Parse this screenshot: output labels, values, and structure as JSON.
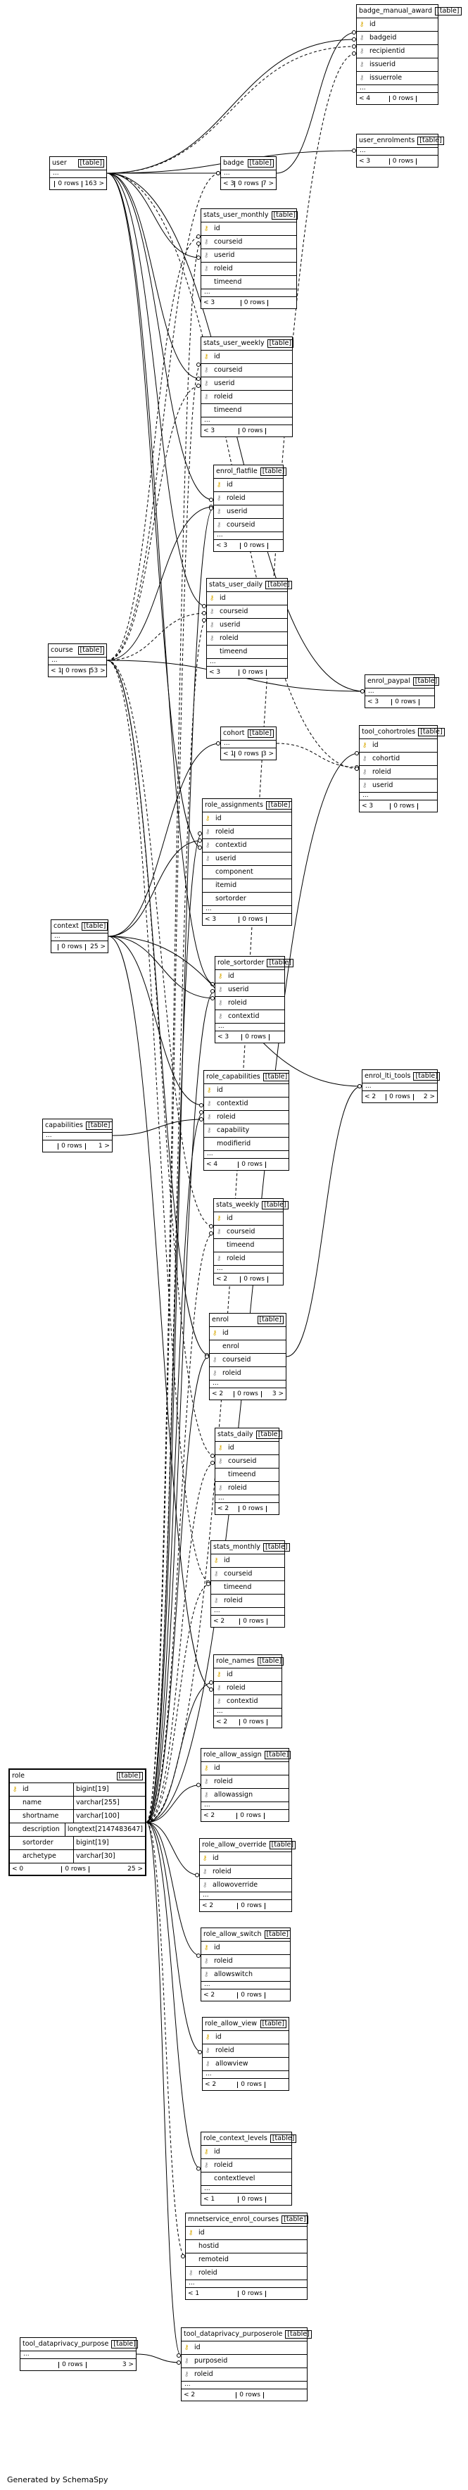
{
  "tables": [
    {
      "id": "badge_manual_award",
      "title": "badge_manual_award",
      "kind": "[table]",
      "columns": [
        {
          "key": "pk",
          "name": "id"
        },
        {
          "key": "fk",
          "name": "badgeid"
        },
        {
          "key": "fk",
          "name": "recipientid"
        },
        {
          "key": "fk",
          "name": "issuerid"
        },
        {
          "key": "fk",
          "name": "issuerrole"
        }
      ],
      "ellipsis": true,
      "footer": [
        "< 4",
        "0 rows",
        ""
      ]
    },
    {
      "id": "user_enrolments",
      "title": "user_enrolments",
      "kind": "[table]",
      "columns": [],
      "ellipsis": true,
      "footer": [
        "< 3",
        "0 rows",
        ""
      ]
    },
    {
      "id": "user",
      "title": "user",
      "kind": "[table]",
      "columns": [],
      "ellipsis": true,
      "footer": [
        "",
        "0 rows",
        "163 >"
      ]
    },
    {
      "id": "badge",
      "title": "badge",
      "kind": "[table]",
      "columns": [],
      "ellipsis": true,
      "footer": [
        "< 3",
        "0 rows",
        "7 >"
      ]
    },
    {
      "id": "stats_user_monthly",
      "title": "stats_user_monthly",
      "kind": "[table]",
      "columns": [
        {
          "key": "pk",
          "name": "id"
        },
        {
          "key": "fk",
          "name": "courseid"
        },
        {
          "key": "fk",
          "name": "userid"
        },
        {
          "key": "fk",
          "name": "roleid"
        },
        {
          "key": "",
          "name": "timeend"
        }
      ],
      "ellipsis": true,
      "footer": [
        "< 3",
        "0 rows",
        ""
      ]
    },
    {
      "id": "stats_user_weekly",
      "title": "stats_user_weekly",
      "kind": "[table]",
      "columns": [
        {
          "key": "pk",
          "name": "id"
        },
        {
          "key": "fk",
          "name": "courseid"
        },
        {
          "key": "fk",
          "name": "userid"
        },
        {
          "key": "fk",
          "name": "roleid"
        },
        {
          "key": "",
          "name": "timeend"
        }
      ],
      "ellipsis": true,
      "footer": [
        "< 3",
        "0 rows",
        ""
      ]
    },
    {
      "id": "enrol_flatfile",
      "title": "enrol_flatfile",
      "kind": "[table]",
      "columns": [
        {
          "key": "pk",
          "name": "id"
        },
        {
          "key": "fk",
          "name": "roleid"
        },
        {
          "key": "fk",
          "name": "userid"
        },
        {
          "key": "fk",
          "name": "courseid"
        }
      ],
      "ellipsis": true,
      "footer": [
        "< 3",
        "0 rows",
        ""
      ]
    },
    {
      "id": "stats_user_daily",
      "title": "stats_user_daily",
      "kind": "[table]",
      "columns": [
        {
          "key": "pk",
          "name": "id"
        },
        {
          "key": "fk",
          "name": "courseid"
        },
        {
          "key": "fk",
          "name": "userid"
        },
        {
          "key": "fk",
          "name": "roleid"
        },
        {
          "key": "",
          "name": "timeend"
        }
      ],
      "ellipsis": true,
      "footer": [
        "< 3",
        "0 rows",
        ""
      ]
    },
    {
      "id": "course",
      "title": "course",
      "kind": "[table]",
      "columns": [],
      "ellipsis": true,
      "footer": [
        "< 1",
        "0 rows",
        "53 >"
      ]
    },
    {
      "id": "enrol_paypal",
      "title": "enrol_paypal",
      "kind": "[table]",
      "columns": [],
      "ellipsis": true,
      "footer": [
        "< 3",
        "0 rows",
        ""
      ]
    },
    {
      "id": "cohort",
      "title": "cohort",
      "kind": "[table]",
      "columns": [],
      "ellipsis": true,
      "footer": [
        "< 1",
        "0 rows",
        "3 >"
      ]
    },
    {
      "id": "tool_cohortroles",
      "title": "tool_cohortroles",
      "kind": "[table]",
      "columns": [
        {
          "key": "pk",
          "name": "id"
        },
        {
          "key": "fk",
          "name": "cohortid"
        },
        {
          "key": "fk",
          "name": "roleid"
        },
        {
          "key": "fk",
          "name": "userid"
        }
      ],
      "ellipsis": true,
      "footer": [
        "< 3",
        "0 rows",
        ""
      ]
    },
    {
      "id": "role_assignments",
      "title": "role_assignments",
      "kind": "[table]",
      "columns": [
        {
          "key": "pk",
          "name": "id"
        },
        {
          "key": "fk",
          "name": "roleid"
        },
        {
          "key": "fk",
          "name": "contextid"
        },
        {
          "key": "fk",
          "name": "userid"
        },
        {
          "key": "",
          "name": "component"
        },
        {
          "key": "",
          "name": "itemid"
        },
        {
          "key": "",
          "name": "sortorder"
        }
      ],
      "ellipsis": true,
      "footer": [
        "< 3",
        "0 rows",
        ""
      ]
    },
    {
      "id": "context",
      "title": "context",
      "kind": "[table]",
      "columns": [],
      "ellipsis": true,
      "footer": [
        "",
        "0 rows",
        "25 >"
      ]
    },
    {
      "id": "role_sortorder",
      "title": "role_sortorder",
      "kind": "[table]",
      "columns": [
        {
          "key": "pk",
          "name": "id"
        },
        {
          "key": "fk",
          "name": "userid"
        },
        {
          "key": "fk",
          "name": "roleid"
        },
        {
          "key": "fk",
          "name": "contextid"
        }
      ],
      "ellipsis": true,
      "footer": [
        "< 3",
        "0 rows",
        ""
      ]
    },
    {
      "id": "enrol_lti_tools",
      "title": "enrol_lti_tools",
      "kind": "[table]",
      "columns": [],
      "ellipsis": true,
      "footer": [
        "< 2",
        "0 rows",
        "2 >"
      ]
    },
    {
      "id": "role_capabilities",
      "title": "role_capabilities",
      "kind": "[table]",
      "columns": [
        {
          "key": "pk",
          "name": "id"
        },
        {
          "key": "fk",
          "name": "contextid"
        },
        {
          "key": "fk",
          "name": "roleid"
        },
        {
          "key": "fk",
          "name": "capability"
        },
        {
          "key": "",
          "name": "modifierid"
        }
      ],
      "ellipsis": true,
      "footer": [
        "< 4",
        "0 rows",
        ""
      ]
    },
    {
      "id": "capabilities",
      "title": "capabilities",
      "kind": "[table]",
      "columns": [],
      "ellipsis": true,
      "footer": [
        "",
        "0 rows",
        "1 >"
      ]
    },
    {
      "id": "stats_weekly",
      "title": "stats_weekly",
      "kind": "[table]",
      "columns": [
        {
          "key": "pk",
          "name": "id"
        },
        {
          "key": "fk",
          "name": "courseid"
        },
        {
          "key": "",
          "name": "timeend"
        },
        {
          "key": "fk",
          "name": "roleid"
        }
      ],
      "ellipsis": true,
      "footer": [
        "< 2",
        "0 rows",
        ""
      ]
    },
    {
      "id": "enrol",
      "title": "enrol",
      "kind": "[table]",
      "columns": [
        {
          "key": "pk",
          "name": "id"
        },
        {
          "key": "",
          "name": "enrol"
        },
        {
          "key": "fk",
          "name": "courseid"
        },
        {
          "key": "fk",
          "name": "roleid"
        }
      ],
      "ellipsis": true,
      "footer": [
        "< 2",
        "0 rows",
        "3 >"
      ]
    },
    {
      "id": "stats_daily",
      "title": "stats_daily",
      "kind": "[table]",
      "columns": [
        {
          "key": "pk",
          "name": "id"
        },
        {
          "key": "fk",
          "name": "courseid"
        },
        {
          "key": "",
          "name": "timeend"
        },
        {
          "key": "fk",
          "name": "roleid"
        }
      ],
      "ellipsis": true,
      "footer": [
        "< 2",
        "0 rows",
        ""
      ]
    },
    {
      "id": "stats_monthly",
      "title": "stats_monthly",
      "kind": "[table]",
      "columns": [
        {
          "key": "pk",
          "name": "id"
        },
        {
          "key": "fk",
          "name": "courseid"
        },
        {
          "key": "",
          "name": "timeend"
        },
        {
          "key": "fk",
          "name": "roleid"
        }
      ],
      "ellipsis": true,
      "footer": [
        "< 2",
        "0 rows",
        ""
      ]
    },
    {
      "id": "role_names",
      "title": "role_names",
      "kind": "[table]",
      "columns": [
        {
          "key": "pk",
          "name": "id"
        },
        {
          "key": "fk",
          "name": "roleid"
        },
        {
          "key": "fk",
          "name": "contextid"
        }
      ],
      "ellipsis": true,
      "footer": [
        "< 2",
        "0 rows",
        ""
      ]
    },
    {
      "id": "role",
      "title": "role",
      "kind": "[table]",
      "focus": true,
      "columns": [
        {
          "key": "pk",
          "name": "id",
          "type": "bigint[19]"
        },
        {
          "key": "",
          "name": "name",
          "type": "varchar[255]"
        },
        {
          "key": "",
          "name": "shortname",
          "type": "varchar[100]"
        },
        {
          "key": "",
          "name": "description",
          "type": "longtext[2147483647]"
        },
        {
          "key": "",
          "name": "sortorder",
          "type": "bigint[19]"
        },
        {
          "key": "",
          "name": "archetype",
          "type": "varchar[30]"
        }
      ],
      "ellipsis": false,
      "footer": [
        "< 0",
        "0 rows",
        "25 >"
      ]
    },
    {
      "id": "role_allow_assign",
      "title": "role_allow_assign",
      "kind": "[table]",
      "columns": [
        {
          "key": "pk",
          "name": "id"
        },
        {
          "key": "fk",
          "name": "roleid"
        },
        {
          "key": "fk",
          "name": "allowassign"
        }
      ],
      "ellipsis": true,
      "footer": [
        "< 2",
        "0 rows",
        ""
      ]
    },
    {
      "id": "role_allow_override",
      "title": "role_allow_override",
      "kind": "[table]",
      "columns": [
        {
          "key": "pk",
          "name": "id"
        },
        {
          "key": "fk",
          "name": "roleid"
        },
        {
          "key": "fk",
          "name": "allowoverride"
        }
      ],
      "ellipsis": true,
      "footer": [
        "< 2",
        "0 rows",
        ""
      ]
    },
    {
      "id": "role_allow_switch",
      "title": "role_allow_switch",
      "kind": "[table]",
      "columns": [
        {
          "key": "pk",
          "name": "id"
        },
        {
          "key": "fk",
          "name": "roleid"
        },
        {
          "key": "fk",
          "name": "allowswitch"
        }
      ],
      "ellipsis": true,
      "footer": [
        "< 2",
        "0 rows",
        ""
      ]
    },
    {
      "id": "role_allow_view",
      "title": "role_allow_view",
      "kind": "[table]",
      "columns": [
        {
          "key": "pk",
          "name": "id"
        },
        {
          "key": "fk",
          "name": "roleid"
        },
        {
          "key": "fk",
          "name": "allowview"
        }
      ],
      "ellipsis": true,
      "footer": [
        "< 2",
        "0 rows",
        ""
      ]
    },
    {
      "id": "role_context_levels",
      "title": "role_context_levels",
      "kind": "[table]",
      "columns": [
        {
          "key": "pk",
          "name": "id"
        },
        {
          "key": "fk",
          "name": "roleid"
        },
        {
          "key": "",
          "name": "contextlevel"
        }
      ],
      "ellipsis": true,
      "footer": [
        "< 1",
        "0 rows",
        ""
      ]
    },
    {
      "id": "mnetservice_enrol_courses",
      "title": "mnetservice_enrol_courses",
      "kind": "[table]",
      "columns": [
        {
          "key": "pk",
          "name": "id"
        },
        {
          "key": "",
          "name": "hostid"
        },
        {
          "key": "",
          "name": "remoteid"
        },
        {
          "key": "fk",
          "name": "roleid"
        }
      ],
      "ellipsis": true,
      "footer": [
        "< 1",
        "0 rows",
        ""
      ]
    },
    {
      "id": "tool_dataprivacy_purpose",
      "title": "tool_dataprivacy_purpose",
      "kind": "[table]",
      "columns": [],
      "ellipsis": true,
      "footer": [
        "",
        "0 rows",
        "3 >"
      ]
    },
    {
      "id": "tool_dataprivacy_purposerole",
      "title": "tool_dataprivacy_purposerole",
      "kind": "[table]",
      "columns": [
        {
          "key": "pk",
          "name": "id"
        },
        {
          "key": "fk",
          "name": "purposeid"
        },
        {
          "key": "fk",
          "name": "roleid"
        }
      ],
      "ellipsis": true,
      "footer": [
        "< 2",
        "0 rows",
        ""
      ]
    }
  ],
  "caption": "Generated by SchemaSpy"
}
